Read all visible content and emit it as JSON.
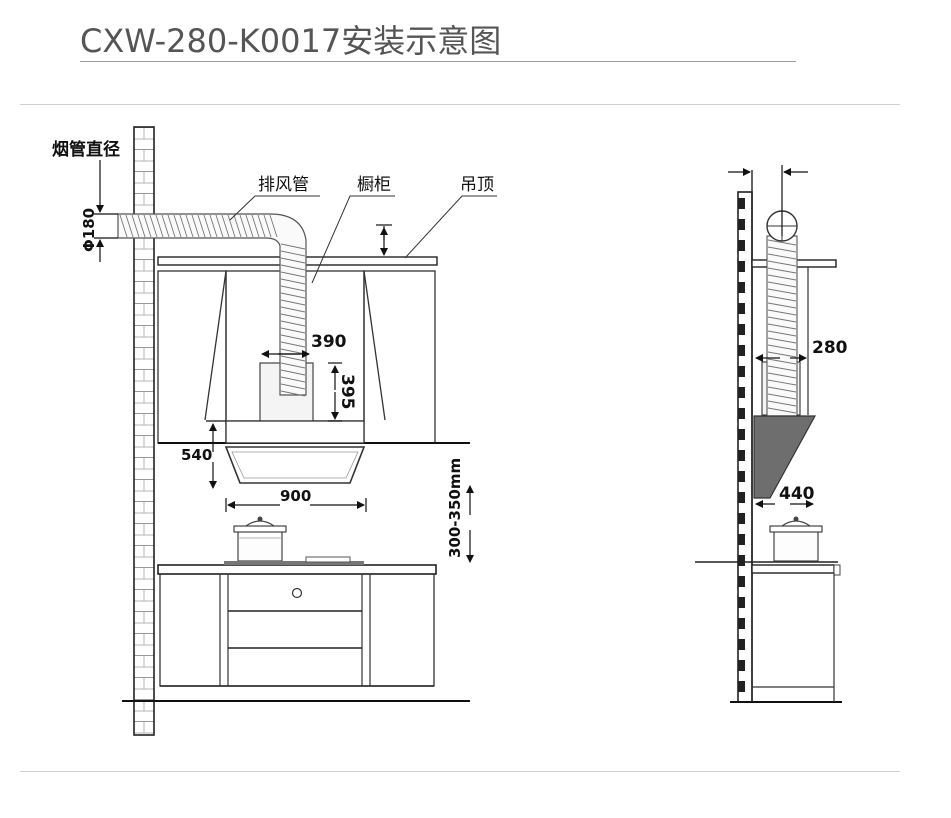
{
  "title": "CXW-280-K0017安装示意图",
  "front_view": {
    "labels": {
      "flue_diameter": "烟管直径",
      "exhaust_pipe": "排风管",
      "cabinet": "橱柜",
      "ceiling": "吊顶"
    },
    "dimensions": {
      "pipe_diameter": "Φ180",
      "duct_width": "390",
      "duct_height": "395",
      "hood_height": "540",
      "hood_width": "900",
      "clearance": "300-350mm"
    }
  },
  "side_view": {
    "dimensions": {
      "depth_upper": "280",
      "depth_hood": "440"
    }
  }
}
